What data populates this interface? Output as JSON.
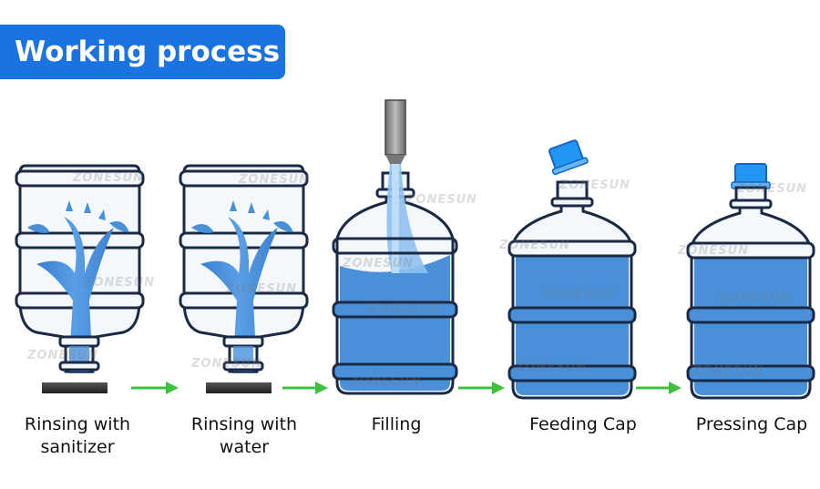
{
  "title": "Working process",
  "watermark": "ZONESUN",
  "steps": [
    {
      "line1": "Rinsing with",
      "line2": "sanitizer"
    },
    {
      "line1": "Rinsing with",
      "line2": "water"
    },
    {
      "line1": "Filling",
      "line2": ""
    },
    {
      "line1": "Feeding Cap",
      "line2": ""
    },
    {
      "line1": "Pressing Cap",
      "line2": ""
    }
  ],
  "colors": {
    "banner": "#1a73e0",
    "water": "#4a90d9",
    "outline": "#1b2a44",
    "arrow": "#3fbf3f",
    "cap": "#2196f3"
  }
}
